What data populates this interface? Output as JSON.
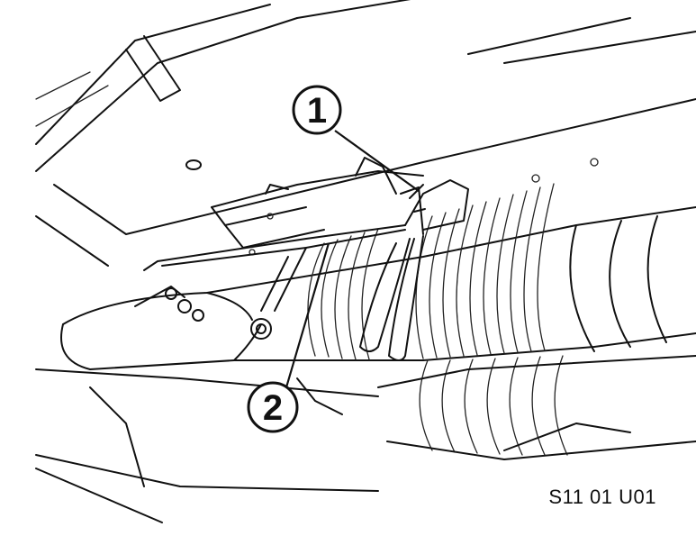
{
  "callouts": [
    {
      "label": "1"
    },
    {
      "label": "2"
    }
  ],
  "figure_id": "S11 01 U01"
}
